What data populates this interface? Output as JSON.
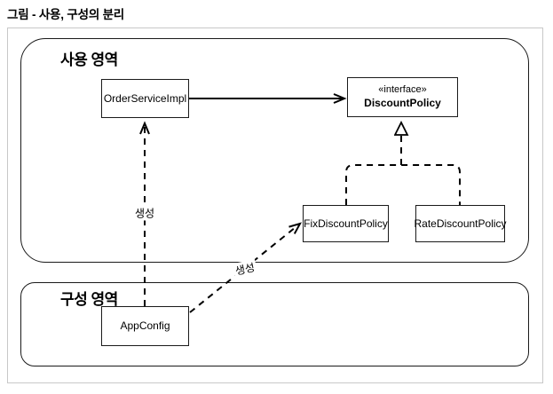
{
  "page": {
    "title": "그림 - 사용, 구성의 분리"
  },
  "diagram": {
    "regions": [
      {
        "id": "usage-area",
        "label": "사용 영역"
      },
      {
        "id": "config-area",
        "label": "구성 영역"
      }
    ],
    "nodes": [
      {
        "id": "order-service-impl",
        "label": "OrderServiceImpl"
      },
      {
        "id": "discount-policy",
        "stereotype": "«interface»",
        "label": "DiscountPolicy"
      },
      {
        "id": "fix-discount-policy",
        "label": "FixDiscountPolicy"
      },
      {
        "id": "rate-discount-policy",
        "label": "RateDiscountPolicy"
      },
      {
        "id": "app-config",
        "label": "AppConfig"
      }
    ],
    "edges": [
      {
        "from": "OrderServiceImpl",
        "to": "DiscountPolicy",
        "style": "solid-open-arrow",
        "label": ""
      },
      {
        "from": "FixDiscountPolicy",
        "to": "DiscountPolicy",
        "style": "dashed-hollow-triangle",
        "label": ""
      },
      {
        "from": "RateDiscountPolicy",
        "to": "DiscountPolicy",
        "style": "dashed-hollow-triangle",
        "label": ""
      },
      {
        "from": "AppConfig",
        "to": "OrderServiceImpl",
        "style": "dashed-open-arrow",
        "label": "생성"
      },
      {
        "from": "AppConfig",
        "to": "FixDiscountPolicy",
        "style": "dashed-open-arrow",
        "label": "생성"
      }
    ],
    "colors": {
      "background": "#ffffff",
      "frame_border": "#c8c8c8",
      "shape_stroke": "#1a1a1a",
      "edge_stroke": "#000000",
      "text": "#000000"
    }
  }
}
